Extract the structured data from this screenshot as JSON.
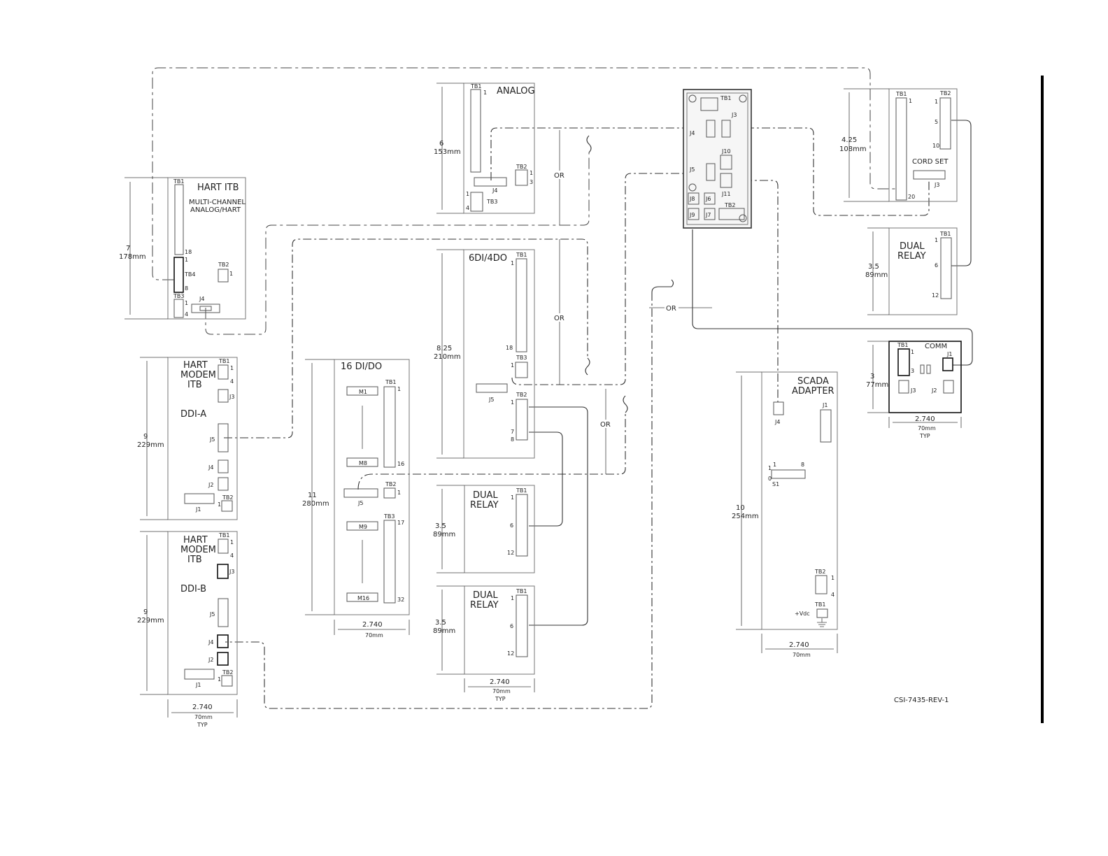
{
  "drawing_id": "CSI-7435-REV-1",
  "or_label": "OR",
  "modules": {
    "hart_itb": {
      "title": "HART ITB",
      "subtitle1": "MULTI-CHANNEL",
      "subtitle2": "ANALOG/HART",
      "tb1": "TB1",
      "tb4": "TB4",
      "tb3": "TB3",
      "tb2": "TB2",
      "j4": "J4",
      "n1": "1",
      "n18": "18",
      "n1b": "1",
      "n8": "8",
      "n1c": "1",
      "n4": "4",
      "n1d": "1",
      "dim1": "7",
      "dim2": "178mm"
    },
    "analog": {
      "title": "ANALOG",
      "tb1": "TB1",
      "tb2": "TB2",
      "tb3": "TB3",
      "j4": "J4",
      "n1": "1",
      "n1b": "1",
      "n3": "3",
      "n1c": "1",
      "n4": "4",
      "dim1": "6",
      "dim2": "153mm"
    },
    "controller": {
      "tb1": "TB1",
      "j3": "J3",
      "j4": "J4",
      "j5": "J5",
      "j10": "J10",
      "j11": "J11",
      "j8": "J8",
      "j6": "J6",
      "j9": "J9",
      "j7": "J7",
      "tb2": "TB2"
    },
    "cord_set": {
      "title": "CORD SET",
      "tb1": "TB1",
      "tb2": "TB2",
      "j3": "J3",
      "n1": "1",
      "n5": "5",
      "n10": "10",
      "n20": "20",
      "dim1": "4.25",
      "dim2": "108mm"
    },
    "dual_relay_tr": {
      "title1": "DUAL",
      "title2": "RELAY",
      "tb1": "TB1",
      "n1": "1",
      "n6": "6",
      "n12": "12",
      "dim1": "3.5",
      "dim2": "89mm"
    },
    "comm": {
      "title": "COMM",
      "tb1": "TB1",
      "j1": "J1",
      "j2": "J2",
      "j3": "J3",
      "n1": "1",
      "n3": "3",
      "dim1": "3",
      "dim2": "77mm",
      "w1": "2.740",
      "w2": "70mm",
      "w3": "TYP"
    },
    "dio_6_4": {
      "title": "6DI/4DO",
      "tb1": "TB1",
      "tb3": "TB3",
      "tb2": "TB2",
      "j5": "J5",
      "n1": "1",
      "n18": "18",
      "n1b": "1",
      "n1c": "1",
      "n7": "7",
      "n8": "8",
      "dim1": "8.25",
      "dim2": "210mm"
    },
    "hart_modem_a": {
      "title1": "HART",
      "title2": "MODEM",
      "title3": "ITB",
      "model": "DDI-A",
      "tb1": "TB1",
      "j3": "J3",
      "j5": "J5",
      "j4": "J4",
      "j2": "J2",
      "tb2": "TB2",
      "j1": "J1",
      "n1": "1",
      "n4": "4",
      "n1b": "1",
      "dim1": "9",
      "dim2": "229mm"
    },
    "hart_modem_b": {
      "title1": "HART",
      "title2": "MODEM",
      "title3": "ITB",
      "model": "DDI-B",
      "tb1": "TB1",
      "j3": "J3",
      "j5": "J5",
      "j4": "J4",
      "j2": "J2",
      "tb2": "TB2",
      "j1": "J1",
      "n1": "1",
      "n4": "4",
      "n1b": "1",
      "dim1": "9",
      "dim2": "229mm",
      "w1": "2.740",
      "w2": "70mm",
      "w3": "TYP"
    },
    "dio_16": {
      "title": "16 DI/DO",
      "tb1": "TB1",
      "tb2": "TB2",
      "tb3": "TB3",
      "m1": "M1",
      "m8": "M8",
      "m9": "M9",
      "m16": "M16",
      "j5": "J5",
      "n1": "1",
      "n16": "16",
      "n1b": "1",
      "n17": "17",
      "n32": "32",
      "dim1": "11",
      "dim2": "280mm",
      "w1": "2.740",
      "w2": "70mm"
    },
    "dual_relay_1": {
      "title1": "DUAL",
      "title2": "RELAY",
      "tb1": "TB1",
      "n1": "1",
      "n6": "6",
      "n12": "12",
      "dim1": "3.5",
      "dim2": "89mm"
    },
    "dual_relay_2": {
      "title1": "DUAL",
      "title2": "RELAY",
      "tb1": "TB1",
      "n1": "1",
      "n6": "6",
      "n12": "12",
      "dim1": "3.5",
      "dim2": "89mm",
      "w1": "2.740",
      "w2": "70mm",
      "w3": "TYP"
    },
    "scada": {
      "title1": "SCADA",
      "title2": "ADAPTER",
      "j4": "J4",
      "j1": "J1",
      "s1": "S1",
      "n1": "1",
      "n8": "8",
      "n1b": "1",
      "n0": "0",
      "tb2": "TB2",
      "n1c": "1",
      "n4": "4",
      "tb1": "TB1",
      "vdc": "+Vdc",
      "dim1": "10",
      "dim2": "254mm",
      "w1": "2.740",
      "w2": "70mm"
    }
  }
}
